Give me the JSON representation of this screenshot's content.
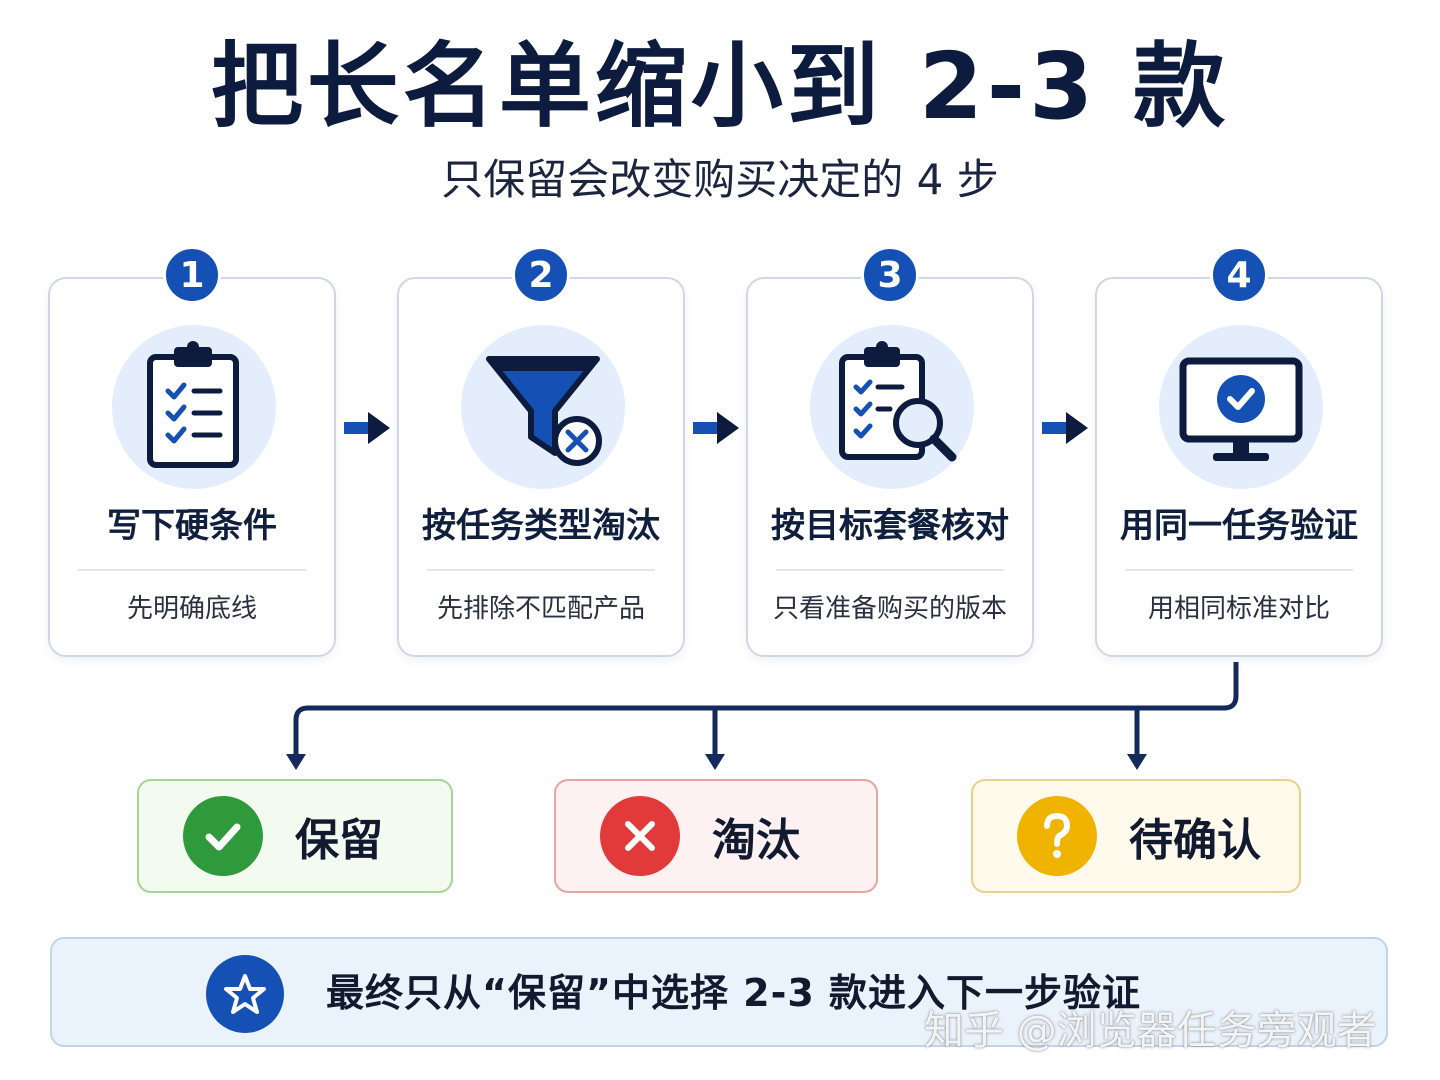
{
  "title": "把长名单缩小到 2-3 款",
  "subtitle": "只保留会改变购买决定的 4 步",
  "steps": [
    {
      "num": "1",
      "title": "写下硬条件",
      "desc": "先明确底线",
      "icon": "clipboard-checklist-icon"
    },
    {
      "num": "2",
      "title": "按任务类型淘汰",
      "desc": "先排除不匹配产品",
      "icon": "funnel-x-icon"
    },
    {
      "num": "3",
      "title": "按目标套餐核对",
      "desc": "只看准备购买的版本",
      "icon": "clipboard-search-icon"
    },
    {
      "num": "4",
      "title": "用同一任务验证",
      "desc": "用相同标准对比",
      "icon": "monitor-check-icon"
    }
  ],
  "outcomes": [
    {
      "label": "保留",
      "icon": "check-icon",
      "color": "#2e9a3c"
    },
    {
      "label": "淘汰",
      "icon": "x-icon",
      "color": "#e23a3a"
    },
    {
      "label": "待确认",
      "icon": "question-icon",
      "color": "#f0b400"
    }
  ],
  "final_note": "最终只从“保留”中选择 2-3 款进入下一步验证",
  "watermark": "知乎 @浏览器任务旁观者",
  "colors": {
    "primary": "#1551b5",
    "navy": "#0d1b3e",
    "connector": "#14295c"
  }
}
